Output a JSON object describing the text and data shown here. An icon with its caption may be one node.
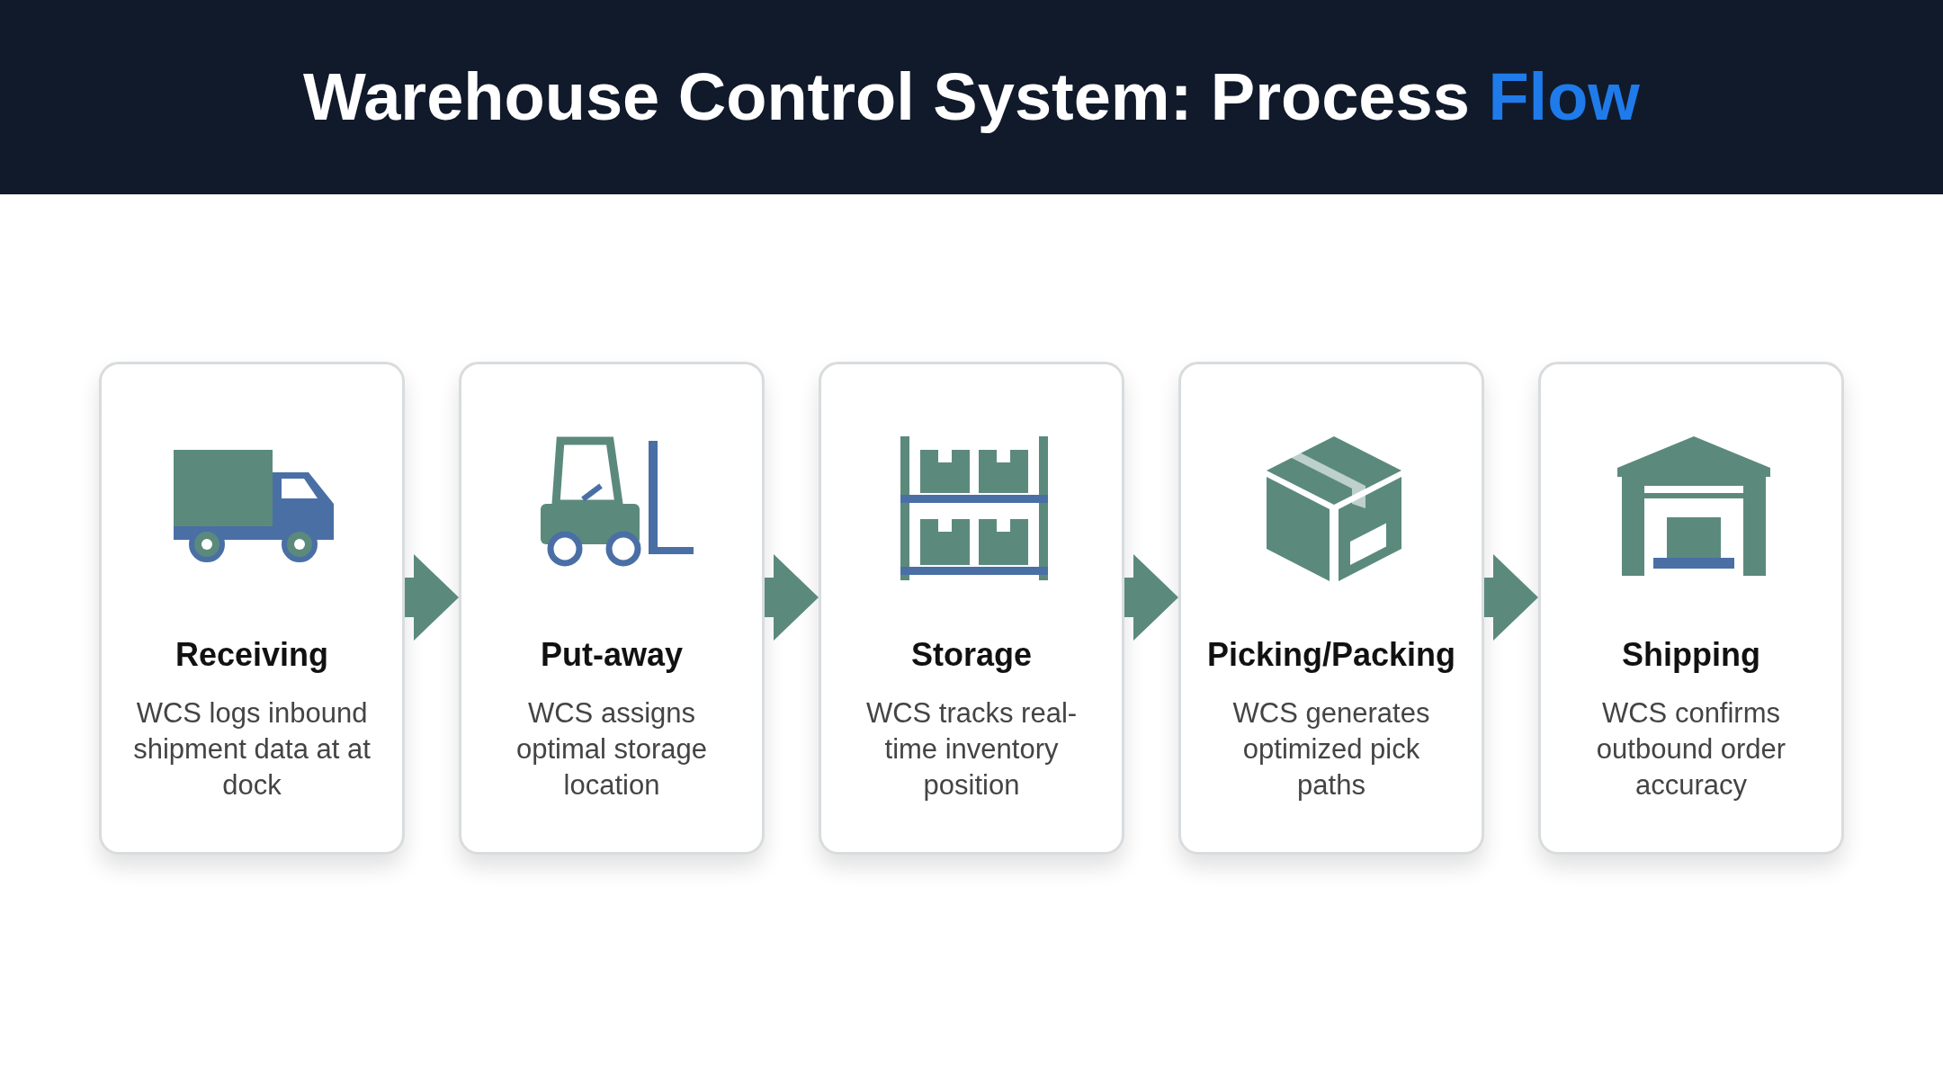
{
  "diagram": {
    "title": "Warehouse Control System: Process **Flow**",
    "nodes": [
      {
        "text": [
          "Receiving",
          "WCS logs inbound shipment data at at dock"
        ]
      },
      {
        "text": [
          "Put-away",
          "WCS assigns optimal storage location"
        ]
      },
      {
        "text": [
          "Storage",
          "WCS tracks real-time inventory position"
        ]
      },
      {
        "text": [
          "Picking/Packing",
          "WCS generates optimized pick paths"
        ]
      },
      {
        "text": [
          "Shipping",
          "WCS confirms outbound order accuracy"
        ]
      }
    ],
    "edges": [
      {
        "from": 0,
        "to": 1,
        "arrow": "to"
      },
      {
        "from": 1,
        "to": 2,
        "arrow": "to"
      },
      {
        "from": 2,
        "to": 3,
        "arrow": "to"
      },
      {
        "from": 3,
        "to": 4,
        "arrow": "to"
      }
    ]
  }
}
